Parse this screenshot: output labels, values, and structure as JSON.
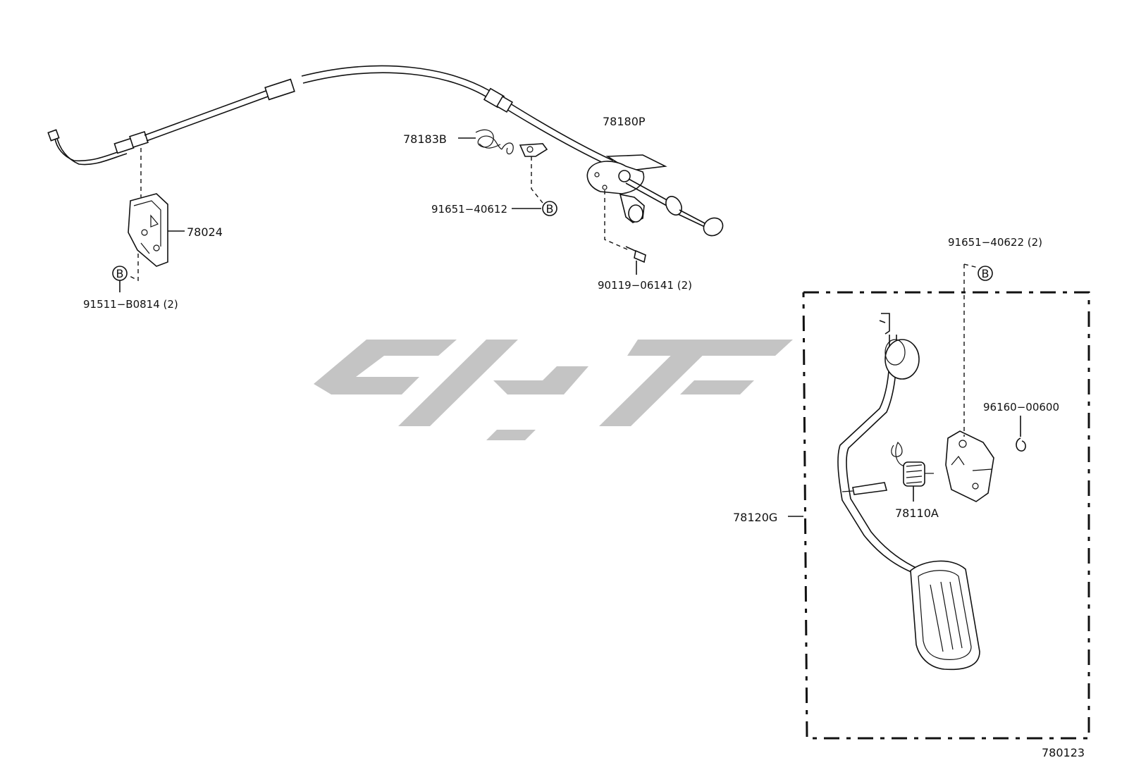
{
  "diagram": {
    "labels": {
      "p78180P": "78180P",
      "p78183B": "78183B",
      "p91651_40612": "91651−40612",
      "p78024": "78024",
      "p91511_B0814": "91511−B0814 (2)",
      "p90119_06141": "90119−06141 (2)",
      "p91651_40622": "91651−40622 (2)",
      "p96160_00600": "96160−00600",
      "p78110A": "78110A",
      "p78120G": "78120G",
      "ref_code": "780123"
    },
    "markers": {
      "b1": "B",
      "b2": "B",
      "b3": "B"
    },
    "watermark": {
      "text": "تویارت",
      "color": "#c4c4c4"
    },
    "colors": {
      "line": "#111111",
      "background": "#ffffff"
    }
  }
}
